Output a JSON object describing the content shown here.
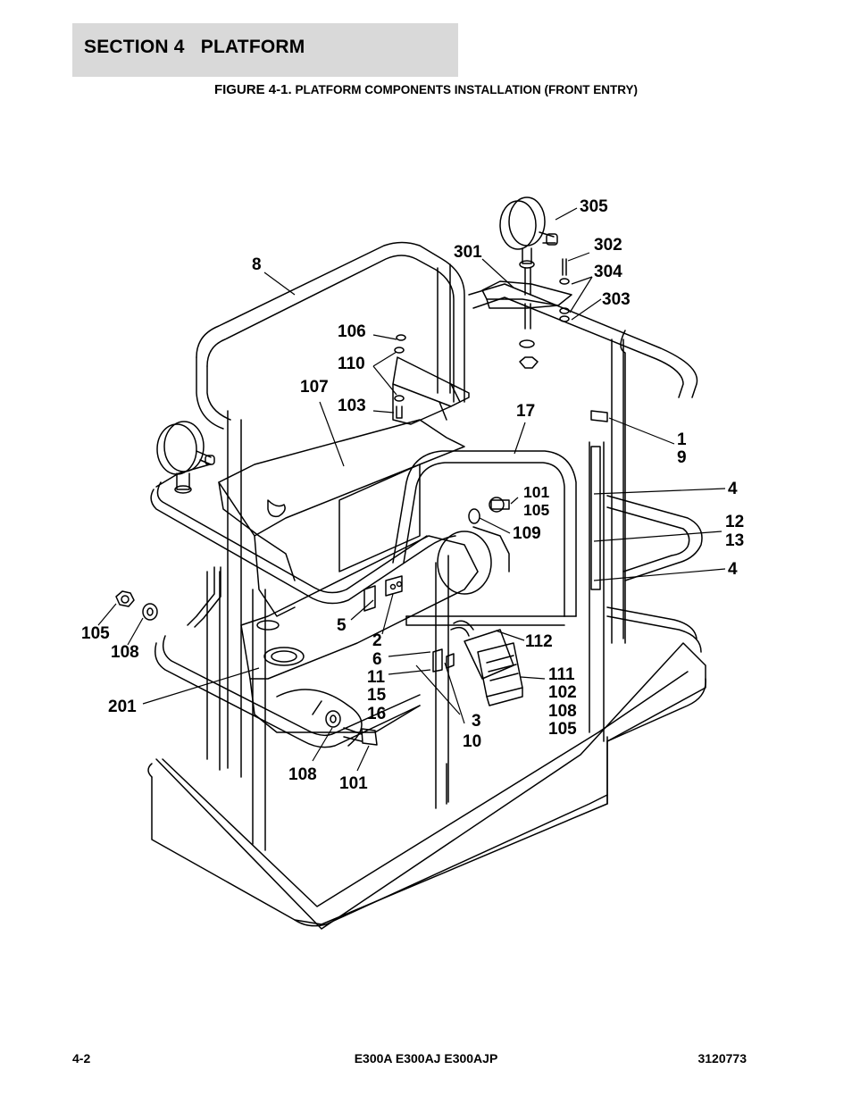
{
  "header": {
    "section_title": "SECTION 4   PLATFORM",
    "band_color": "#d9d9d9"
  },
  "figure": {
    "prefix": "FIGURE 4-1.",
    "title": "PLATFORM COMPONENTS INSTALLATION (FRONT ENTRY)"
  },
  "callouts": [
    "305",
    "301",
    "302",
    "304",
    "303",
    "8",
    "106",
    "110",
    "107",
    "103",
    "17",
    "1",
    "9",
    "101",
    "105",
    "109",
    "4",
    "12",
    "13",
    "4",
    "105",
    "108",
    "5",
    "2",
    "6",
    "11",
    "15",
    "16",
    "112",
    "111",
    "102",
    "108",
    "105",
    "201",
    "3",
    "10",
    "108",
    "101"
  ],
  "footer": {
    "page_number": "4-2",
    "models": "E300A E300AJ E300AJP",
    "doc_number": "3120773"
  }
}
